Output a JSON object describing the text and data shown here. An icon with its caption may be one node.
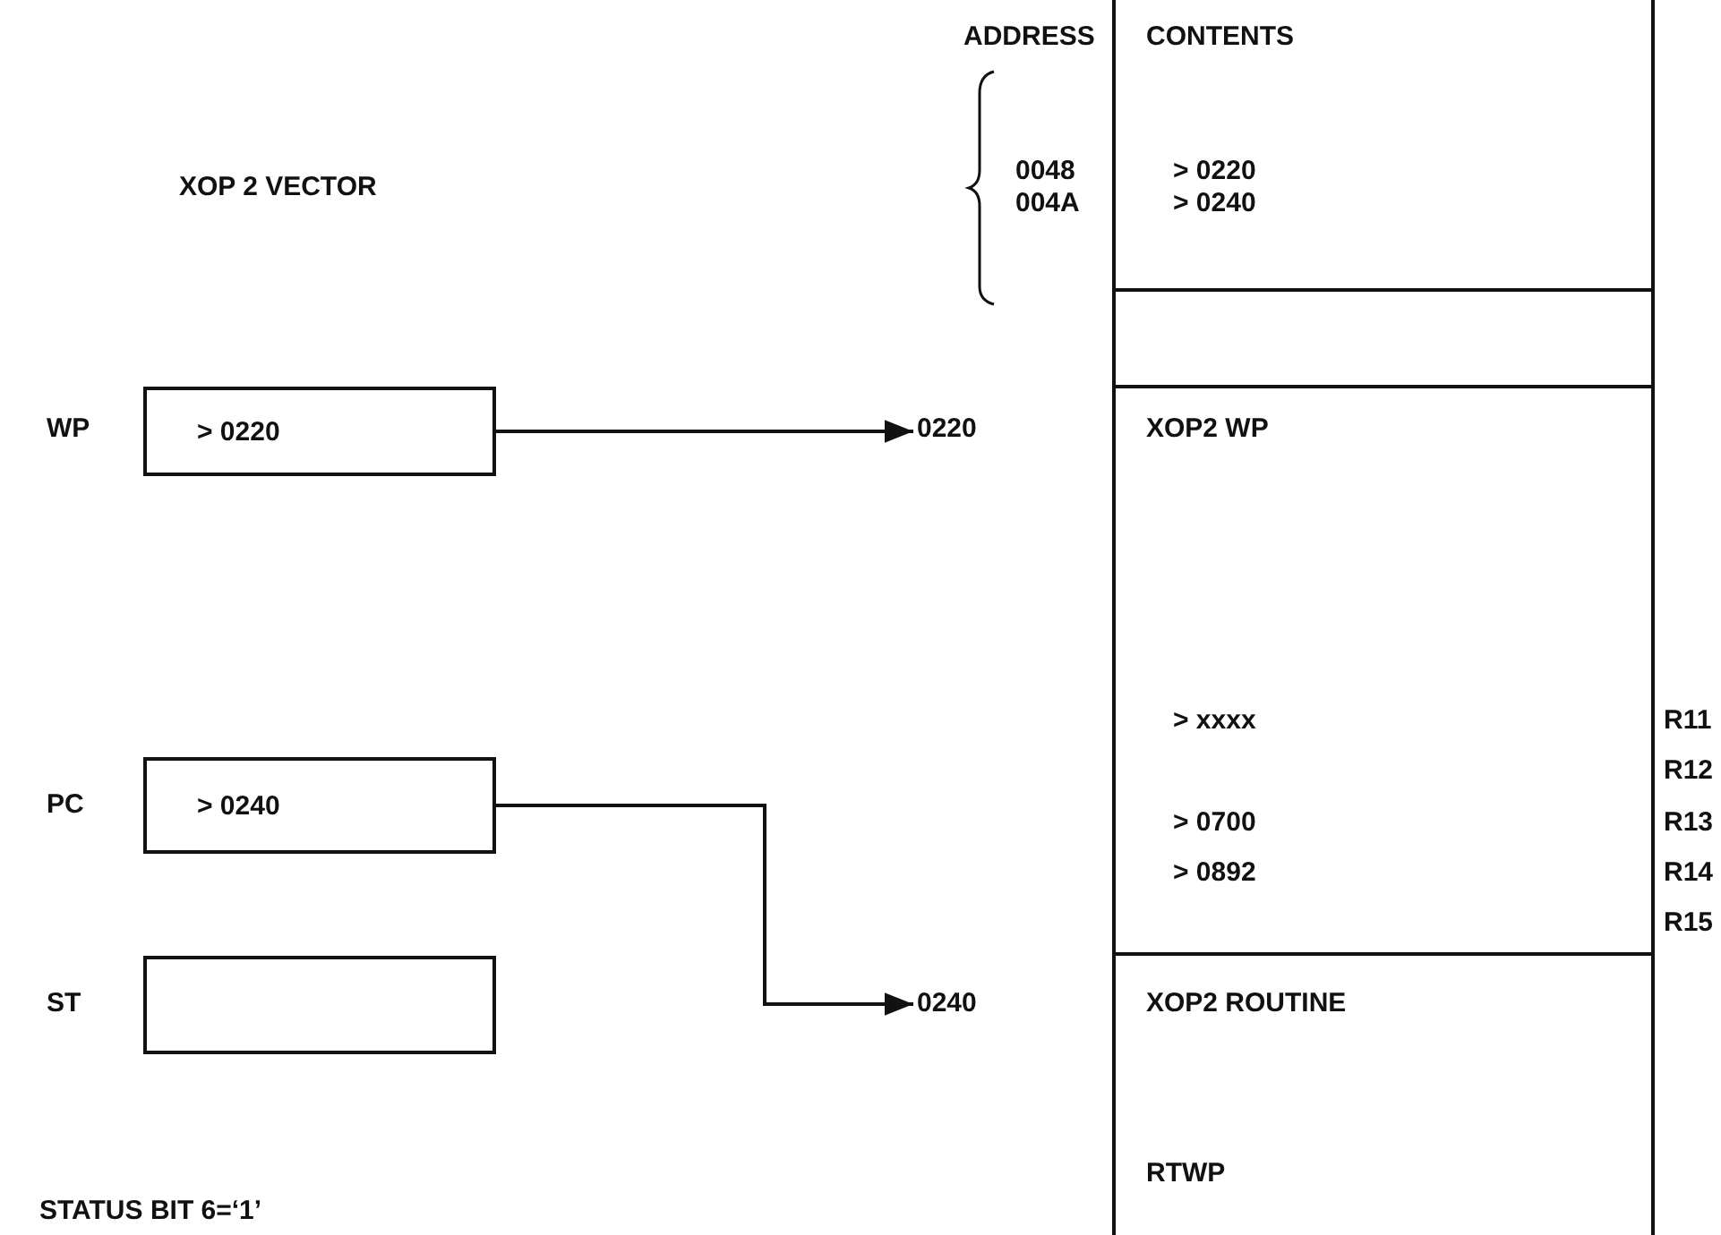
{
  "diagram": {
    "nodes": [
      {
        "text": [
          "> 0220"
        ],
        "beside": [
          "WP"
        ]
      },
      {
        "text": [
          "0220"
        ]
      },
      {
        "text": [
          "> 0240"
        ],
        "beside": [
          "PC"
        ]
      },
      {
        "text": [
          "0240"
        ]
      },
      {
        "text": [],
        "shape": "box",
        "beside": [
          "ST"
        ]
      }
    ],
    "edges": [
      {
        "from": 0,
        "to": 1,
        "arrow": "to"
      },
      {
        "from": 2,
        "to": 3,
        "arrow": "to"
      }
    ],
    "labels": [
      "ADDRESS",
      "CONTENTS",
      "XOP 2 VECTOR",
      "0048",
      "> 0220",
      "004A",
      "> 0240",
      "XOP2 WP",
      "> xxxx",
      "R11",
      "R12",
      "> 0700",
      "R13",
      "> 0892",
      "R14",
      "R15",
      "XOP2 ROUTINE",
      "RTWP",
      "STATUS BIT 6=‘1’"
    ]
  }
}
